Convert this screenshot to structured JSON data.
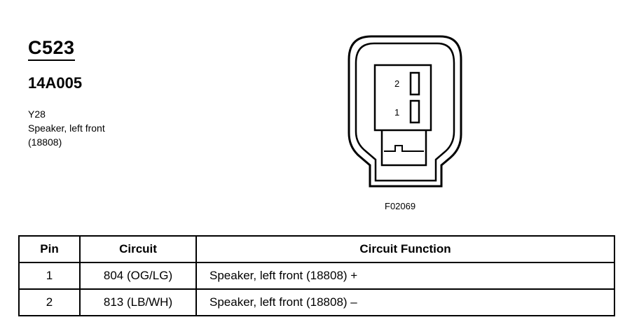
{
  "connector": {
    "id": "C523",
    "part_number": "14A005",
    "location_code": "Y28",
    "description": "Speaker, left front",
    "reference": "(18808)"
  },
  "diagram": {
    "figure_id": "F02069",
    "pin_labels": [
      "2",
      "1"
    ]
  },
  "table": {
    "headers": {
      "pin": "Pin",
      "circuit": "Circuit",
      "function": "Circuit Function"
    },
    "rows": [
      {
        "pin": "1",
        "circuit": "804 (OG/LG)",
        "function": "Speaker, left front (18808) +"
      },
      {
        "pin": "2",
        "circuit": "813 (LB/WH)",
        "function": "Speaker, left front (18808) –"
      }
    ]
  }
}
